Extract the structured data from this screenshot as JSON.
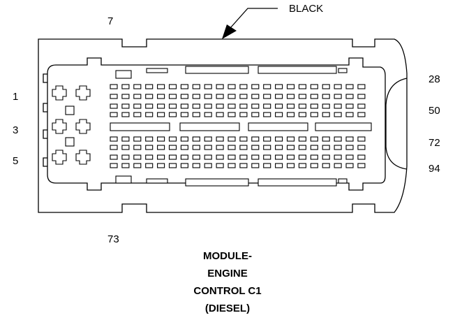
{
  "color_label": "BLACK",
  "pin_labels": {
    "top": "7",
    "bottom": "73",
    "left": [
      "1",
      "3",
      "5"
    ],
    "right": [
      "28",
      "50",
      "72",
      "94"
    ]
  },
  "title": {
    "line1": "MODULE-",
    "line2": "ENGINE",
    "line3": "CONTROL C1",
    "line4": "(DIESEL)"
  }
}
